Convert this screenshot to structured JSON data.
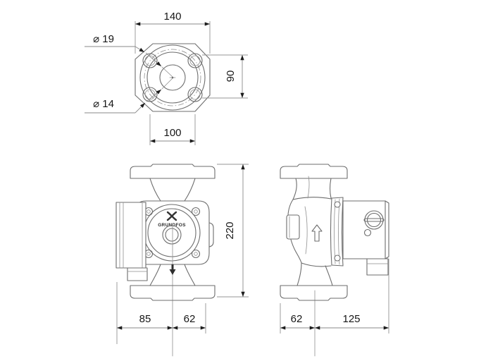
{
  "drawing_type": "pump-dimensional-drawing",
  "colors": {
    "background": "#ffffff",
    "part_line": "#6d6d6d",
    "dimension_line": "#8a8a8a",
    "text": "#161616",
    "arrowhead": "#1c1c1c"
  },
  "views": {
    "top": {
      "dims": {
        "overall_width": "140",
        "hole_spacing_vertical": "90",
        "hole_spacing_horizontal": "100",
        "hole_outer_diameter": "⌀ 19",
        "hole_inner_diameter": "⌀ 14"
      }
    },
    "front": {
      "logo": "GRUNDFOS",
      "dims": {
        "overall_height": "220",
        "center_to_left": "85",
        "center_to_right": "62"
      }
    },
    "side": {
      "dims": {
        "center_to_left": "62",
        "center_to_right": "125"
      }
    }
  }
}
